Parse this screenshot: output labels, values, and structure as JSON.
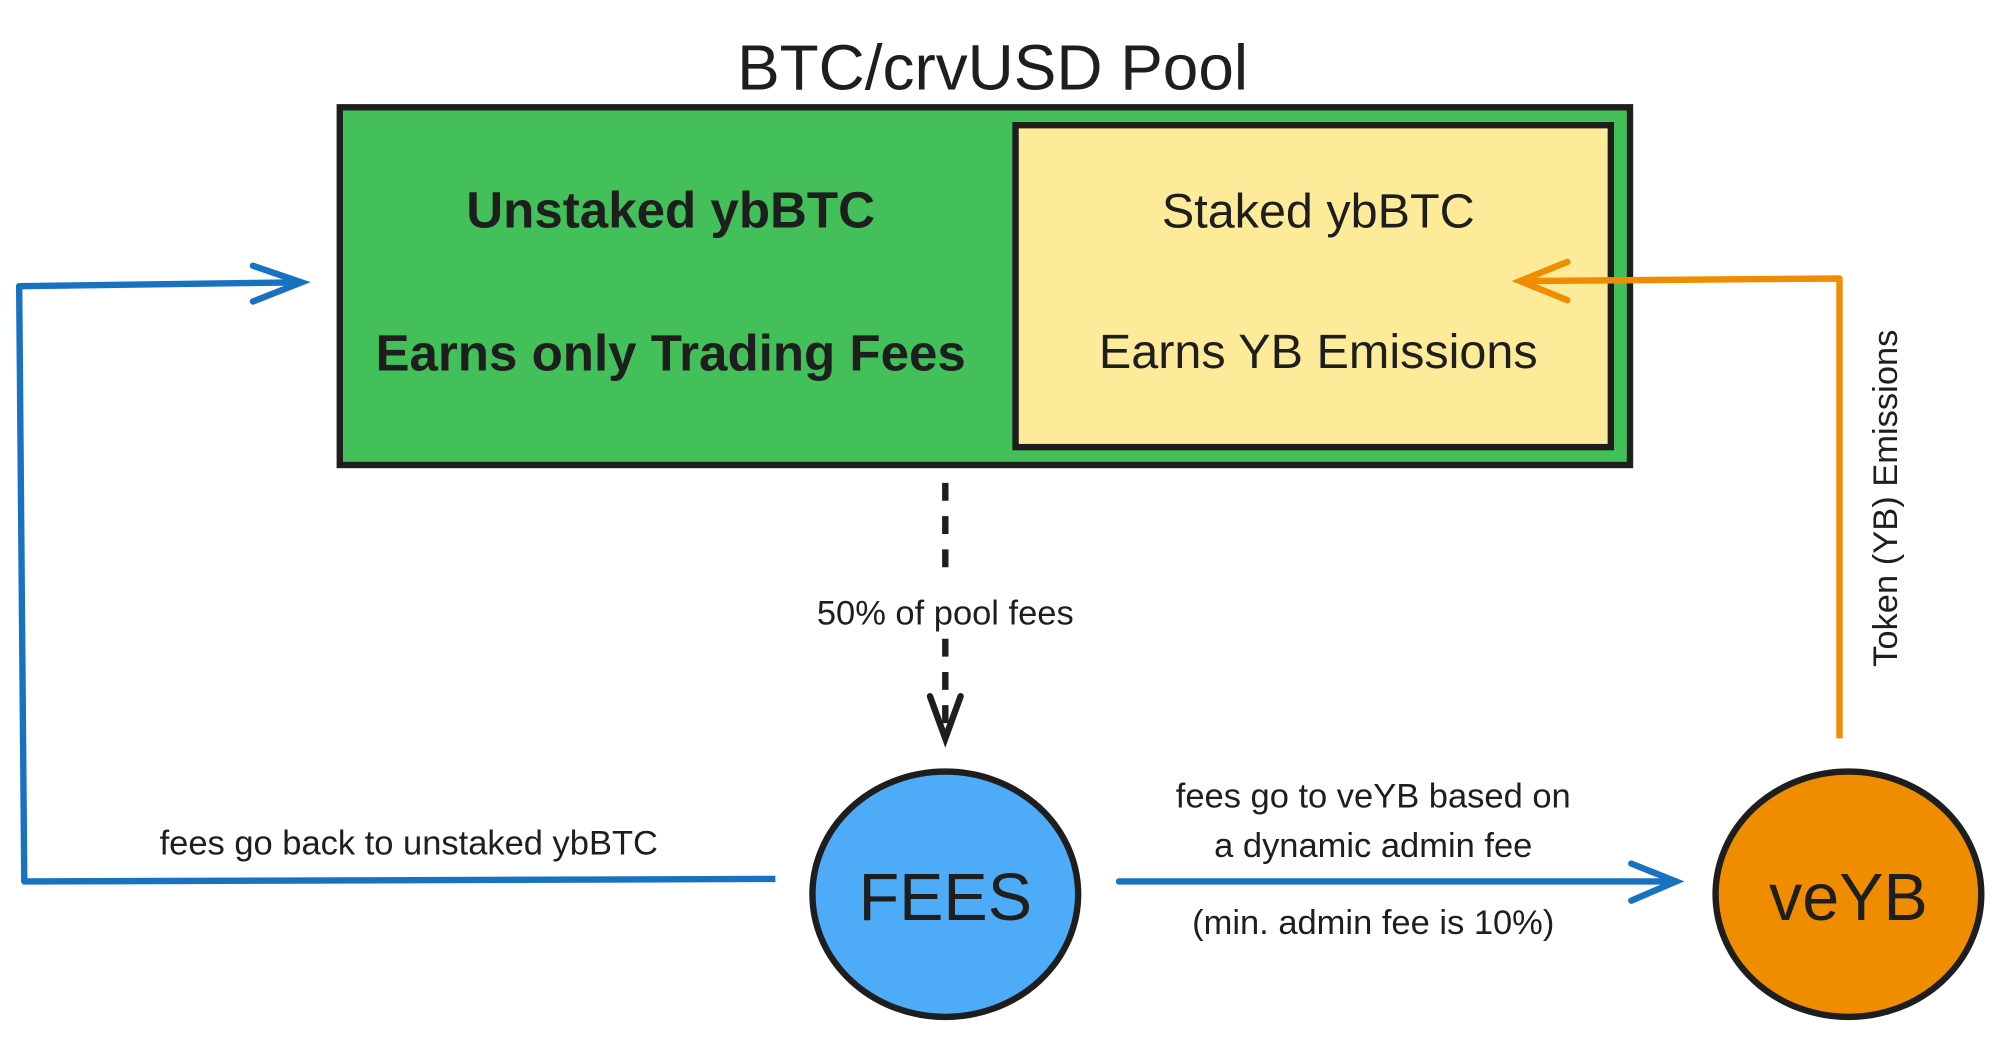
{
  "title": "BTC/crvUSD Pool",
  "pool": {
    "unstaked": {
      "heading": "Unstaked ybBTC",
      "description": "Earns only Trading Fees"
    },
    "staked": {
      "heading": "Staked ybBTC",
      "description": "Earns YB Emissions"
    }
  },
  "nodes": {
    "fees": "FEES",
    "veyb": "veYB"
  },
  "edges": {
    "pool_to_fees": "50% of pool fees",
    "fees_to_unstaked": "fees go back to unstaked ybBTC",
    "fees_to_veyb_line1": "fees go to veYB based on",
    "fees_to_veyb_line2": "a dynamic admin fee",
    "fees_to_veyb_note": "(min. admin fee is 10%)",
    "veyb_to_staked": "Token (YB) Emissions"
  },
  "colors": {
    "pool_green": "#43c05a",
    "staked_yellow": "#fdeb99",
    "fees_blue": "#4dabf7",
    "veyb_orange": "#f08c00",
    "arrow_blue": "#1971c2",
    "arrow_orange": "#f08c00"
  }
}
